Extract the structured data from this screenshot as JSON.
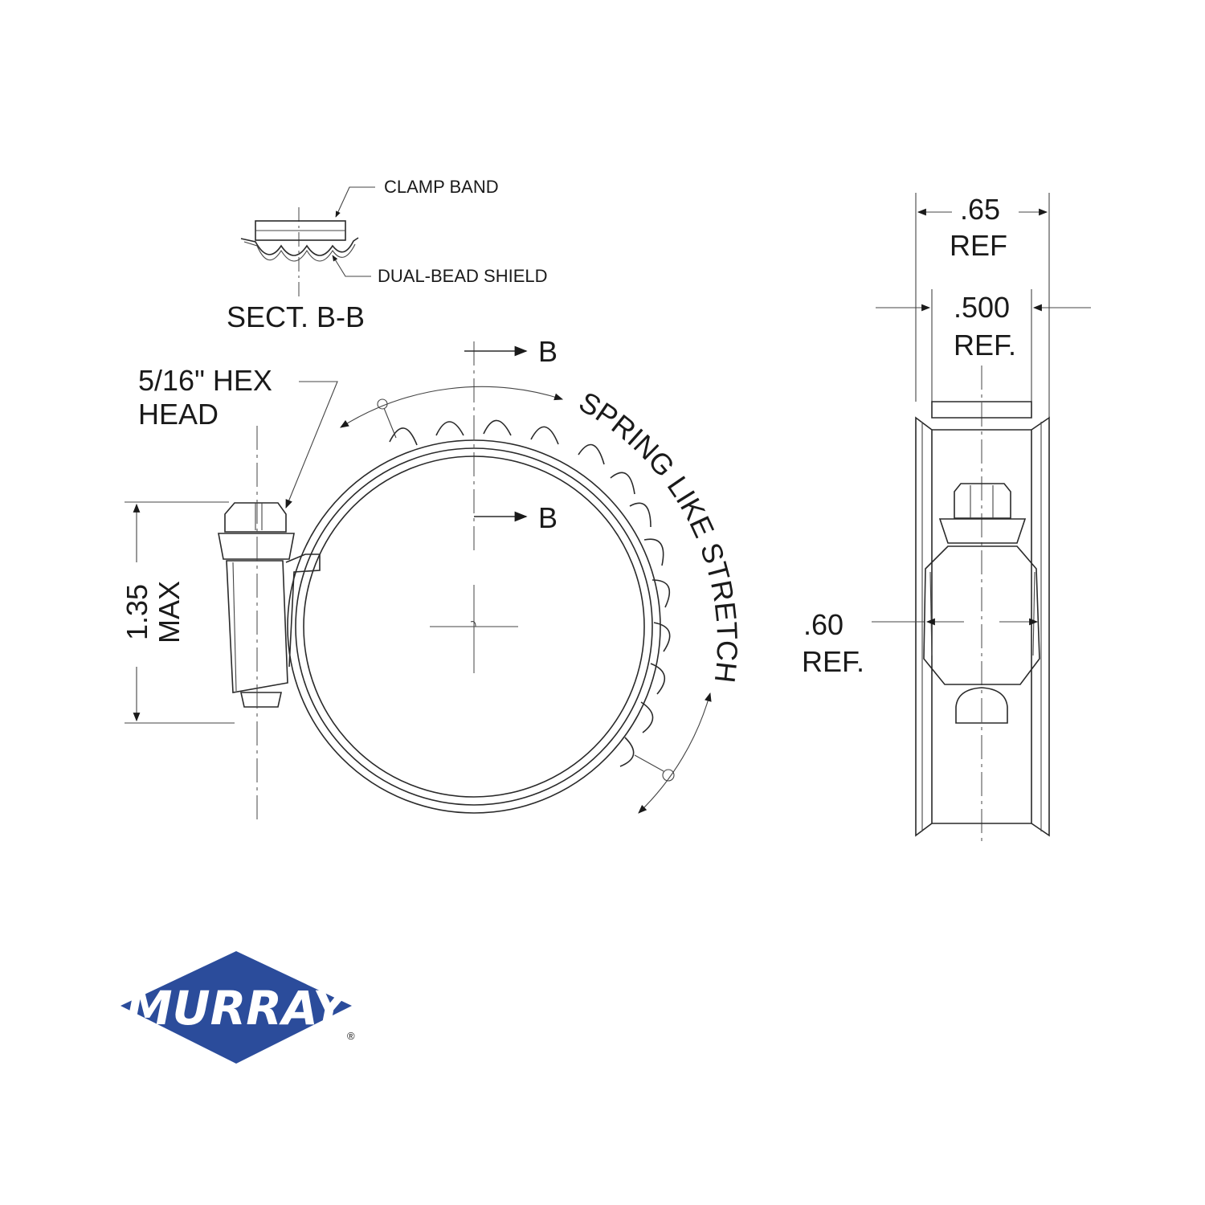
{
  "section": {
    "title": "SECT. B-B",
    "callout_band": "CLAMP BAND",
    "callout_shield": "DUAL-BEAD SHIELD"
  },
  "front_view": {
    "hex_head_line1": "5/16\" HEX",
    "hex_head_line2": "HEAD",
    "section_marker_top": "B",
    "section_marker_bottom": "B",
    "stretch_label": "SPRING LIKE STRETCH",
    "height_value": "1.35",
    "height_note": "MAX"
  },
  "side_view": {
    "width_outer_value": ".65",
    "width_outer_note": "REF",
    "width_inner_value": ".500",
    "width_inner_note": "REF.",
    "housing_value": ".60",
    "housing_note": "REF."
  },
  "logo": {
    "text": "MURRAY",
    "registered": "®",
    "color": "#2b4c9b"
  },
  "colors": {
    "line": "#2a2a2a",
    "background": "#ffffff"
  }
}
